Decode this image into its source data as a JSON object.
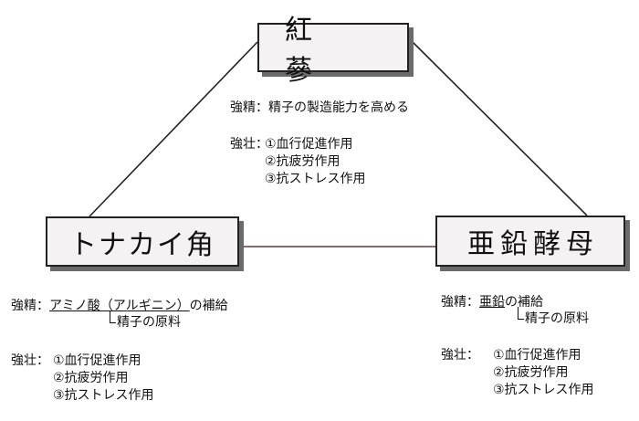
{
  "diagram": {
    "top_node": "紅　蔘",
    "left_node": "トナカイ角",
    "right_node": "亜鉛酵母"
  },
  "top_block": {
    "kyousei_label": "強精：",
    "kyousei_text": "精子の製造能力を高める",
    "kyousou_label": "強壮：",
    "effects": [
      "①血行促進作用",
      "②抗疲労作用",
      "③抗ストレス作用"
    ]
  },
  "left_block": {
    "kyousei_label": "強精：",
    "kyousei_underlined": "アミノ酸（アルギニン）",
    "kyousei_suffix": "の補給",
    "sub_note": "精子の原料",
    "kyousou_label": "強壮：",
    "effects": [
      "①血行促進作用",
      "②抗疲労作用",
      "③抗ストレス作用"
    ]
  },
  "right_block": {
    "kyousei_label": "強精：",
    "kyousei_underlined": "亜鉛",
    "kyousei_suffix": "の補給",
    "sub_note": "精子の原料",
    "kyousou_label": "強壮：",
    "effects": [
      "①血行促進作用",
      "②抗疲労作用",
      "③抗ストレス作用"
    ]
  },
  "colors": {
    "box_border": "#222222",
    "box_shadow": "#6b6b6b",
    "connector_line": "#222222",
    "horizontal_line": "#8a6a6a"
  }
}
